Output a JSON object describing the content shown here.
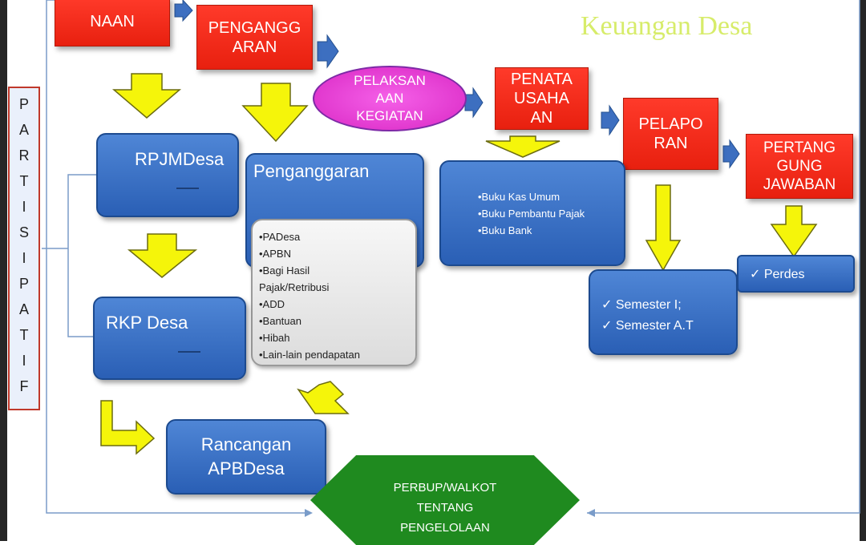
{
  "title": "Keuangan  Desa",
  "sidebar_label": [
    "P",
    "A",
    "R",
    "T",
    "I",
    "S",
    "I",
    "P",
    "A",
    "T",
    "I",
    "F"
  ],
  "stages": {
    "perencanaan": "NAAN",
    "penganggaran": "PENGANGG\nARAN",
    "pelaksanaan": "PELAKSAN\nAAN\nKEGIATAN",
    "penatausahaan": "PENATA\nUSAHA\nAN",
    "pelaporan": "PELAPO\nRAN",
    "pertanggungjawaban": "PERTANG\nGUNG\nJAWABAN"
  },
  "boxes": {
    "rpjmdesa": "RPJMDesa",
    "rkpdesa": "RKP Desa",
    "penganggaran_box": "Penganggaran",
    "rancangan": "Rancangan\nAPBDesa",
    "buku": [
      "•Buku Kas Umum",
      "•Buku    Pembantu Pajak",
      "•Buku  Bank"
    ],
    "semester": [
      "✓  Semester  I;",
      "✓  Semester  A.T"
    ],
    "perdes": "✓  Perdes"
  },
  "sources": [
    "•PADesa",
    "•APBN",
    "•Bagi Hasil\nPajak/Retribusi",
    "•ADD",
    "•Bantuan",
    "•Hibah",
    "•Lain-lain pendapatan"
  ],
  "perbup": "PERBUP/WALKOT\nTENTANG\nPENGELOLAAN",
  "colors": {
    "stage_red": "#f0281a",
    "box_blue": "#3a6fc4",
    "arrow_yellow": "#f5f50a",
    "perbup_green": "#1f8a1f",
    "ellipse_magenta": "#e83ad6"
  }
}
